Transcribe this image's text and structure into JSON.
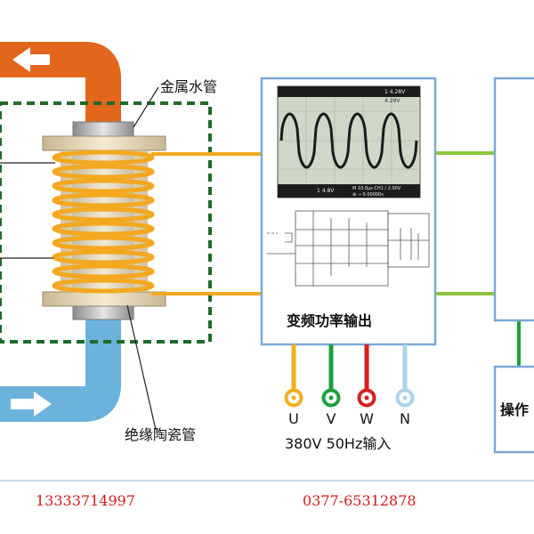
{
  "labels": {
    "metal_pipe": "金属水管",
    "ceramic_pipe": "绝缘陶瓷管",
    "converter": "变频功率输出",
    "operation": "操作",
    "input_spec": "380V 50Hz输入"
  },
  "terminals": [
    {
      "letter": "U",
      "color": "#f2b01e"
    },
    {
      "letter": "V",
      "color": "#1aa23a"
    },
    {
      "letter": "W",
      "color": "#d42020"
    },
    {
      "letter": "N",
      "color": "#a9d4ea"
    }
  ],
  "scope": {
    "top_right_1": "1 4.28V",
    "top_right_2": "4.28V",
    "bottom_left": "1 4.8V",
    "bottom_mid": "M 10.0µs  CH1 / 2.00V",
    "bottom_line2": "⊕ ➝ 0.00000s"
  },
  "contacts": {
    "phone_1": "13333714997",
    "phone_2": "0377-65312878"
  },
  "colors": {
    "hot_pipe": "#e2661b",
    "cold_pipe": "#6bb3dc",
    "coil": "#f3a820",
    "dashed_frame": "#1d6b2a",
    "box_border": "#7aa9d6",
    "green_line": "#8cc63f",
    "phone_text": "#d21a1a"
  }
}
